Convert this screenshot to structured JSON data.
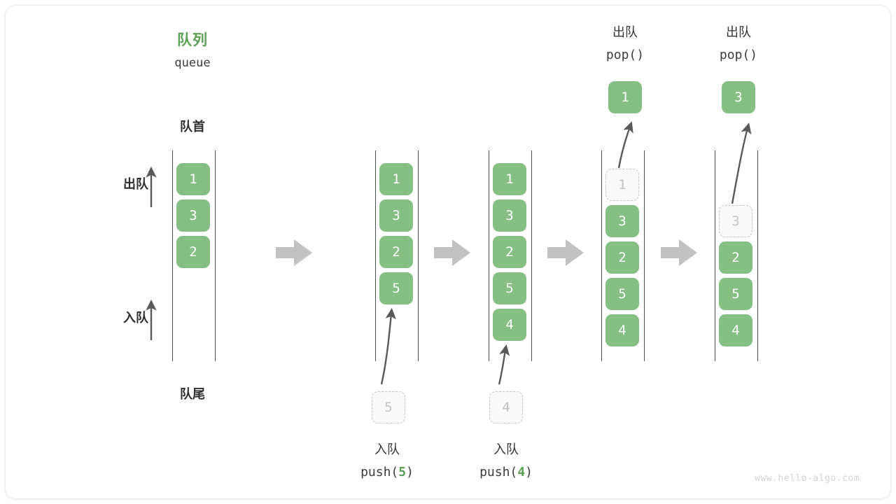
{
  "canvas": {
    "watermark": "www.hello-algo.com",
    "accent_green": "#5ba055",
    "cell_green": "#85bf84",
    "ghost_gray": "#c2c2c2",
    "arrow_gray": "#bfbfbf",
    "rail_gray": "#4d4d4d"
  },
  "title": {
    "cn": "队列",
    "en": "queue"
  },
  "labels": {
    "head": "队首",
    "tail": "队尾",
    "dequeue_side": "出队",
    "enqueue_side": "入队"
  },
  "stages": [
    {
      "id": "stage-initial",
      "cells": [
        {
          "value": "1",
          "ghost": false
        },
        {
          "value": "3",
          "ghost": false
        },
        {
          "value": "2",
          "ghost": false
        }
      ]
    },
    {
      "id": "stage-push-5",
      "cells": [
        {
          "value": "1",
          "ghost": false
        },
        {
          "value": "3",
          "ghost": false
        },
        {
          "value": "2",
          "ghost": false
        },
        {
          "value": "5",
          "ghost": false
        }
      ],
      "incoming": {
        "value": "5",
        "ghost": true
      },
      "op_cn": "入队",
      "op_fn": "push(",
      "op_arg": "5",
      "op_close": ")"
    },
    {
      "id": "stage-push-4",
      "cells": [
        {
          "value": "1",
          "ghost": false
        },
        {
          "value": "3",
          "ghost": false
        },
        {
          "value": "2",
          "ghost": false
        },
        {
          "value": "5",
          "ghost": false
        },
        {
          "value": "4",
          "ghost": false
        }
      ],
      "incoming": {
        "value": "4",
        "ghost": true
      },
      "op_cn": "入队",
      "op_fn": "push(",
      "op_arg": "4",
      "op_close": ")"
    },
    {
      "id": "stage-pop-1",
      "cells": [
        {
          "value": "1",
          "ghost": true
        },
        {
          "value": "3",
          "ghost": false
        },
        {
          "value": "2",
          "ghost": false
        },
        {
          "value": "5",
          "ghost": false
        },
        {
          "value": "4",
          "ghost": false
        }
      ],
      "popped": {
        "value": "1",
        "ghost": false
      },
      "op_cn": "出队",
      "op_fn": "pop()"
    },
    {
      "id": "stage-pop-3",
      "cells": [
        {
          "value": "",
          "ghost": false,
          "empty": true
        },
        {
          "value": "3",
          "ghost": true
        },
        {
          "value": "2",
          "ghost": false
        },
        {
          "value": "5",
          "ghost": false
        },
        {
          "value": "4",
          "ghost": false
        }
      ],
      "popped": {
        "value": "3",
        "ghost": false
      },
      "op_cn": "出队",
      "op_fn": "pop()"
    }
  ],
  "transitions": [
    "transition-arrow-1",
    "transition-arrow-2",
    "transition-arrow-3",
    "transition-arrow-4"
  ]
}
